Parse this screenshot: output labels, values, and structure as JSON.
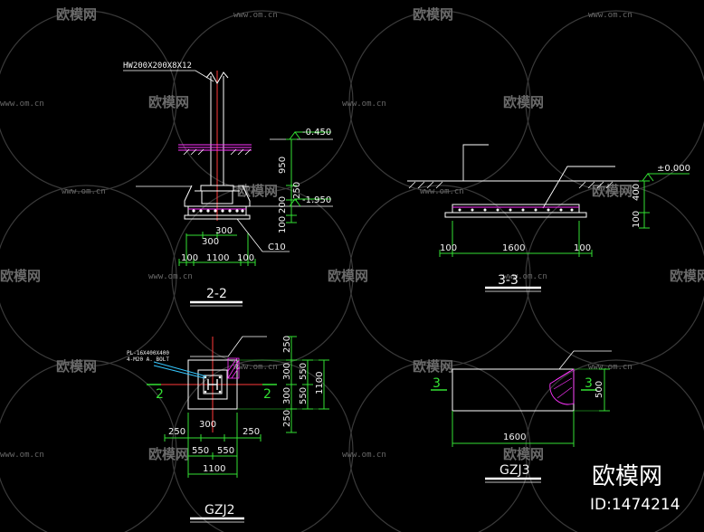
{
  "colors": {
    "background": "#000000",
    "linework": "#ffffff",
    "dimension": "#33e033",
    "axis": "#ff3a3a",
    "hatch": "#ff33ff",
    "leader": "#35c8ff",
    "watermark": "#6a6a6a"
  },
  "watermark": {
    "brand": "欧模网",
    "url": "www.om.cn"
  },
  "branding": {
    "site": "欧模网",
    "id": "ID:1474214"
  },
  "section_2_2": {
    "title": "2-2",
    "column_label": "HW200X200X8X12",
    "level_top": "-0.450",
    "level_bottom": "-1.950",
    "concrete_label": "C10",
    "vertical_dims": [
      "950",
      "250",
      "200",
      "100"
    ],
    "top_dim": "300",
    "left_dim": "300",
    "bottom_dims": [
      "100",
      "1100",
      "100"
    ]
  },
  "section_3_3": {
    "title": "3-3",
    "level": "±0.000",
    "vertical_dims": [
      "400",
      "100"
    ],
    "bottom_dims": [
      "100",
      "1600",
      "100"
    ]
  },
  "plan_gzj2": {
    "title": "GZJ2",
    "plate_label": "PL-16X400X400",
    "bolt_label": "4-M20 A. BOLT",
    "section_marks": [
      "2",
      "2"
    ],
    "right_dims_outer": [
      "250",
      "300",
      "300",
      "250"
    ],
    "right_dims_mid": [
      "550",
      "550"
    ],
    "right_dim_total": "1100",
    "bottom_dims_row1": [
      "250",
      "300",
      "250"
    ],
    "bottom_dims_row2": [
      "550",
      "550"
    ],
    "bottom_dim_total": "1100"
  },
  "plan_gzj3": {
    "title": "GZJ3",
    "section_marks": [
      "3",
      "3"
    ],
    "right_dim": "500",
    "bottom_dim": "1600"
  }
}
